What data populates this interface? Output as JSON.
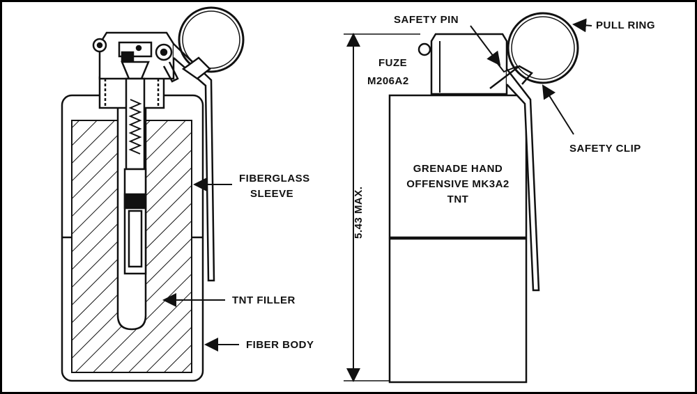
{
  "labels": {
    "fiberglass_sleeve_1": "FIBERGLASS",
    "fiberglass_sleeve_2": "SLEEVE",
    "tnt_filler": "TNT FILLER",
    "fiber_body": "FIBER BODY",
    "safety_pin": "SAFETY PIN",
    "pull_ring": "PULL RING",
    "fuze_1": "FUZE",
    "fuze_2": "M206A2",
    "safety_clip": "SAFETY CLIP",
    "body_line_1": "GRENADE HAND",
    "body_line_2": "OFFENSIVE MK3A2",
    "body_line_3": "TNT",
    "dimension": "5.43 MAX."
  },
  "colors": {
    "ink": "#111111",
    "paper": "#ffffff"
  }
}
